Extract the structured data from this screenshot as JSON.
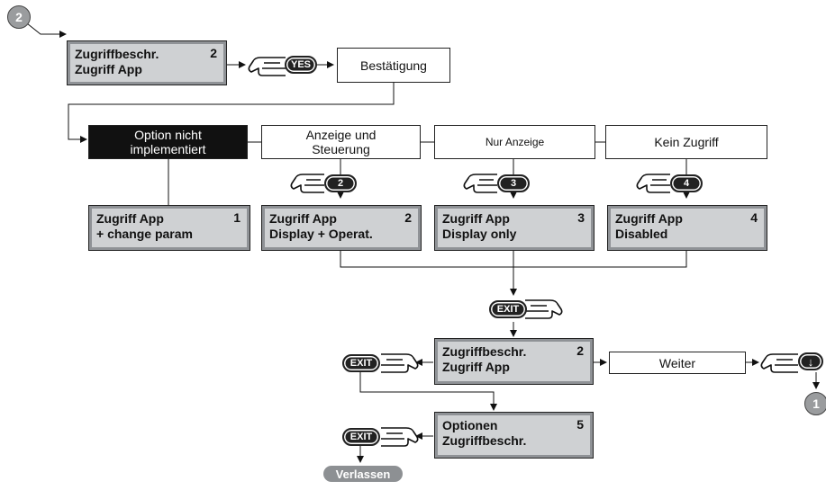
{
  "badges": {
    "start": "2",
    "end": "1"
  },
  "confirm": {
    "lcd_line1": "Zugriffbeschr.",
    "lcd_line2": "Zugriff App",
    "lcd_num": "2",
    "yes_key": "YES",
    "result": "Bestätigung"
  },
  "options": [
    {
      "label_line1": "Option nicht",
      "label_line2": "implementiert",
      "key": "",
      "lcd_line1": "Zugriff App",
      "lcd_line2": "+ change param",
      "lcd_num": "1"
    },
    {
      "label_line1": "Anzeige und",
      "label_line2": "Steuerung",
      "key": "2",
      "lcd_line1": "Zugriff App",
      "lcd_line2": "Display + Operat.",
      "lcd_num": "2"
    },
    {
      "label_line1": "Nur Anzeige",
      "label_line2": "",
      "key": "3",
      "lcd_line1": "Zugriff App",
      "lcd_line2": "Display only",
      "lcd_num": "3"
    },
    {
      "label_line1": "Kein Zugriff",
      "label_line2": "",
      "key": "4",
      "lcd_line1": "Zugriff App",
      "lcd_line2": "Disabled",
      "lcd_num": "4"
    }
  ],
  "exit_key": "EXIT",
  "return_lcd": {
    "line1": "Zugriffbeschr.",
    "line2": "Zugriff App",
    "num": "2"
  },
  "next_label": "Weiter",
  "options_lcd": {
    "line1": "Optionen",
    "line2": "Zugriffbeschr.",
    "num": "5"
  },
  "leave_label": "Verlassen",
  "icons": {
    "hand": "pointing-hand-icon",
    "down": "down-arrow-key-icon"
  }
}
